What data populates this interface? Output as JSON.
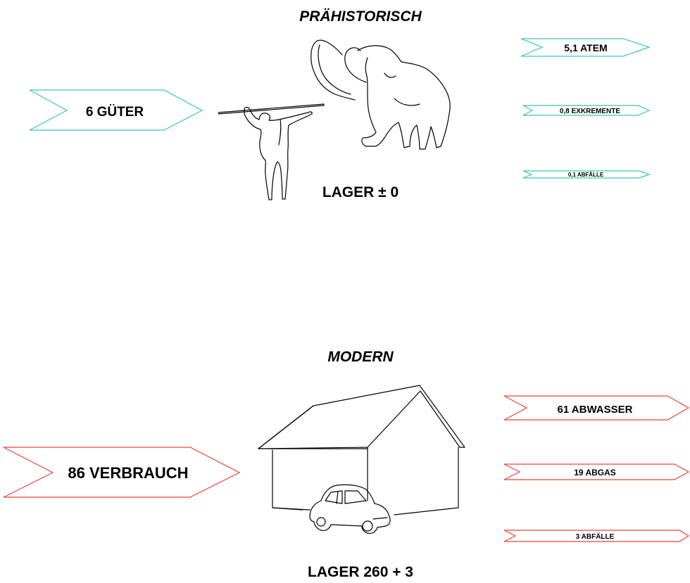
{
  "colors": {
    "prehistoric_arrow": "#35c9b5",
    "modern_arrow": "#e8443a",
    "text": "#000000"
  },
  "prehistoric": {
    "title": "PRÄHISTORISCH",
    "input": "6 GÜTER",
    "stock": "LAGER ± 0",
    "outputs": [
      "5,1 ATEM",
      "0,8 EXKREMENTE",
      "0,1 ABFÄLLE"
    ],
    "icons": [
      "hunter-icon",
      "mammoth-icon"
    ]
  },
  "modern": {
    "title": "MODERN",
    "input": "86 VERBRAUCH",
    "stock": "LAGER 260 + 3",
    "outputs": [
      "61 ABWASSER",
      "19 ABGAS",
      "3 ABFÄLLE"
    ],
    "icons": [
      "house-icon",
      "car-icon"
    ]
  }
}
